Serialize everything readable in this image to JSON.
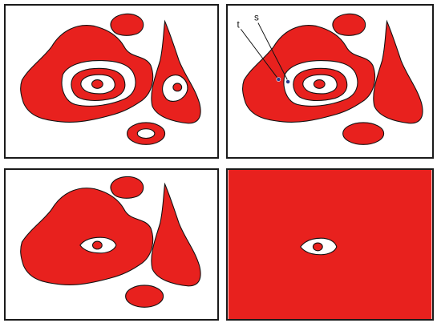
{
  "colors": {
    "shape_fill": "#e8211e",
    "background": "#ffffff",
    "outline": "#111111",
    "frame": "#1a1a1a",
    "point_marker": "#2c3a8c"
  },
  "panels": [
    {
      "index": 1,
      "description_id": "panel-original"
    },
    {
      "index": 2,
      "description_id": "panel-points"
    },
    {
      "index": 3,
      "description_id": "panel-reduced"
    },
    {
      "index": 4,
      "description_id": "panel-filled"
    }
  ],
  "points": {
    "s_label": "s",
    "t_label": "t"
  }
}
